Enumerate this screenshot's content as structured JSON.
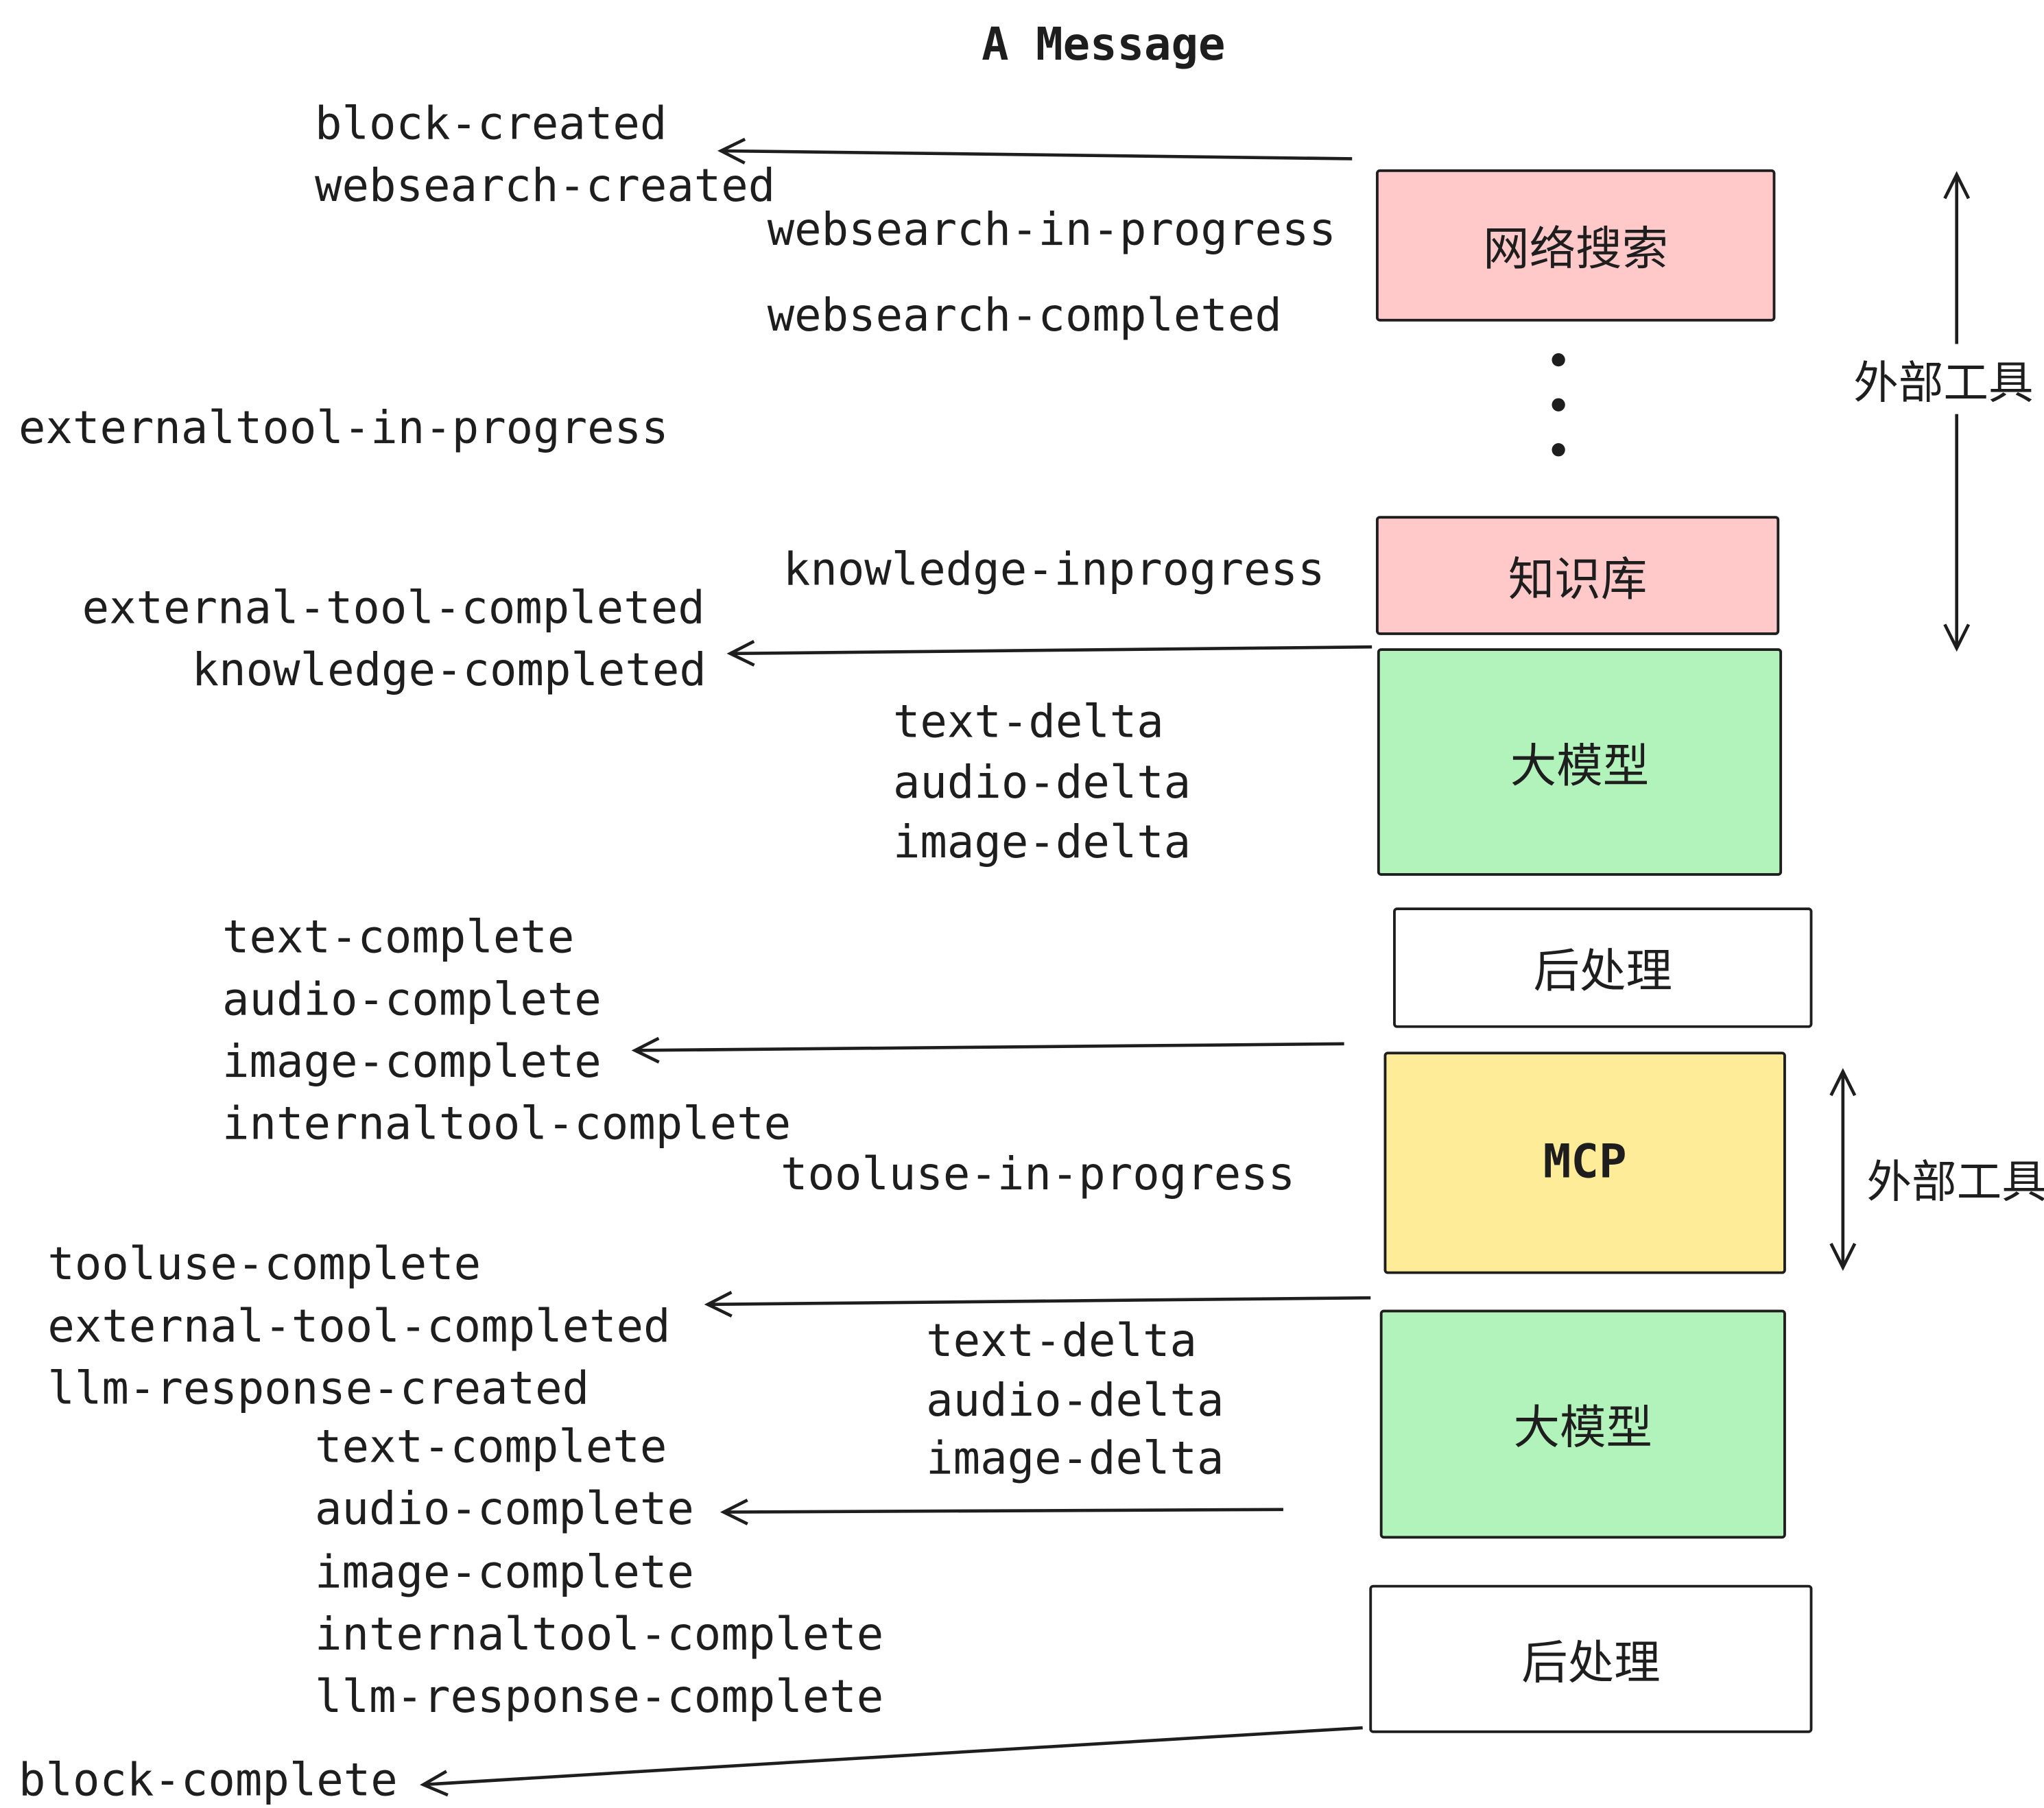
{
  "title": "A Message",
  "events": {
    "block_created": "block-created",
    "websearch_created": "websearch-created",
    "websearch_in_progress": "websearch-in-progress",
    "websearch_completed": "websearch-completed",
    "externaltool_in_progress": "externaltool-in-progress",
    "knowledge_inprogress": "knowledge-inprogress",
    "external_tool_completed": "external-tool-completed",
    "knowledge_completed": "knowledge-completed",
    "text_delta": "text-delta",
    "audio_delta": "audio-delta",
    "image_delta": "image-delta",
    "text_complete": "text-complete",
    "audio_complete": "audio-complete",
    "image_complete": "image-complete",
    "internaltool_complete": "internaltool-complete",
    "tooluse_in_progress": "tooluse-in-progress",
    "tooluse_complete": "tooluse-complete",
    "llm_response_created": "llm-response-created",
    "llm_response_complete": "llm-response-complete",
    "block_complete": "block-complete"
  },
  "nodes": {
    "websearch": {
      "label": "网络搜索",
      "fill": "#ffc9c9"
    },
    "knowledge": {
      "label": "知识库",
      "fill": "#ffc9c9"
    },
    "llm_top": {
      "label": "大模型",
      "fill": "#b2f2bb"
    },
    "post_top": {
      "label": "后处理",
      "fill": "#ffffff"
    },
    "mcp": {
      "label": "MCP",
      "fill": "#ffec99"
    },
    "llm_bottom": {
      "label": "大模型",
      "fill": "#b2f2bb"
    },
    "post_bottom": {
      "label": "后处理",
      "fill": "#ffffff"
    }
  },
  "side_labels": {
    "external_tools_top": "外部工具",
    "external_tools_bottom": "外部工具"
  },
  "colors": {
    "ink": "#1e1e1e",
    "pink": "#ffc9c9",
    "green": "#b2f2bb",
    "yellow": "#ffec99",
    "white": "#ffffff"
  }
}
